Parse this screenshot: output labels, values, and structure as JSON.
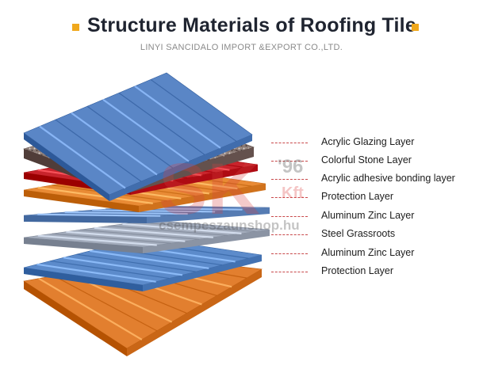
{
  "header": {
    "title": "Structure Materials of Roofing Tile",
    "subtitle": "LINYI SANCIDALO IMPORT &EXPORT CO.,LTD."
  },
  "layers": [
    {
      "label": "Acrylic Glazing Layer",
      "color": "#5a86c6"
    },
    {
      "label": "Colorful Stone Layer",
      "color": "#7d6a66"
    },
    {
      "label": "Acrylic adhesive bonding layer",
      "color": "#c8242c"
    },
    {
      "label": "Protection Layer",
      "color": "#e98b35"
    },
    {
      "label": "Aluminum Zinc Layer",
      "color": "#6f95cc"
    },
    {
      "label": "Steel Grassroots",
      "color": "#a4adbd"
    },
    {
      "label": "Aluminum Zinc Layer",
      "color": "#5c8bcb"
    },
    {
      "label": "Protection Layer",
      "color": "#e27f2f"
    }
  ],
  "watermark": {
    "mark": "SK",
    "year": "'96",
    "suffix": "Kft",
    "url": "csempeszaunshop.hu"
  },
  "colors": {
    "title_accent": "#f0a81c",
    "leader_line": "#c8484a"
  }
}
